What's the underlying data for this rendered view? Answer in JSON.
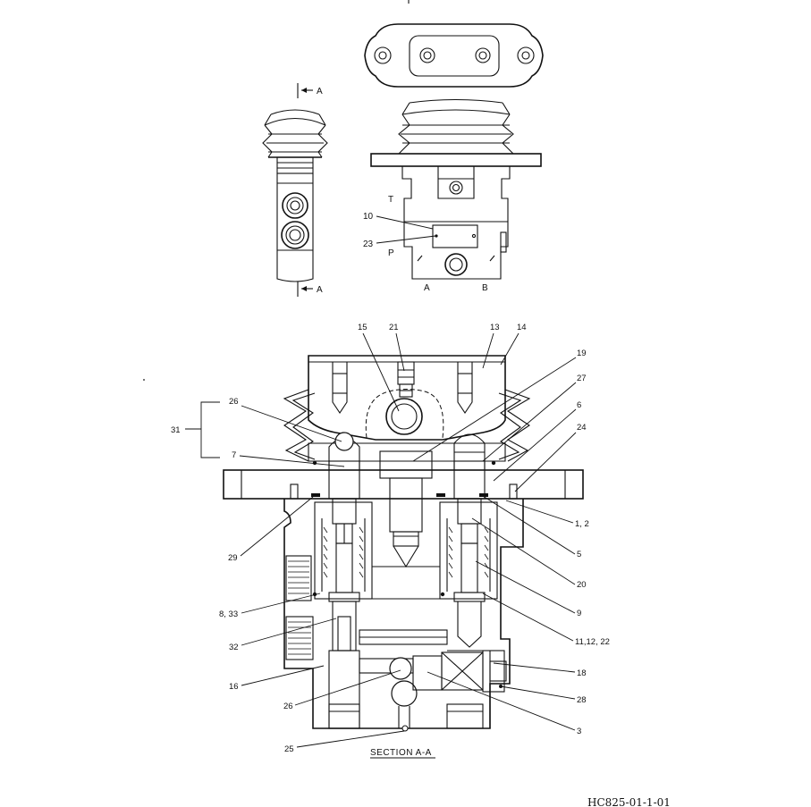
{
  "views": {
    "side": {
      "section_mark_top": "A",
      "section_mark_bottom": "A"
    },
    "front": {
      "port_t": "T",
      "port_p": "P",
      "port_a": "A",
      "port_b": "B",
      "callouts": [
        "10",
        "23"
      ]
    },
    "section": {
      "caption": "SECTION  A-A",
      "callouts": [
        "15",
        "21",
        "13",
        "14",
        "19",
        "27",
        "6",
        "24",
        "26",
        "31",
        "7",
        "1, 2",
        "5",
        "29",
        "20",
        "9",
        "8, 33",
        "11,12, 22",
        "32",
        "18",
        "16",
        "28",
        "26",
        "3",
        "25"
      ]
    }
  },
  "drawing_number": "HC825-01-1-01"
}
